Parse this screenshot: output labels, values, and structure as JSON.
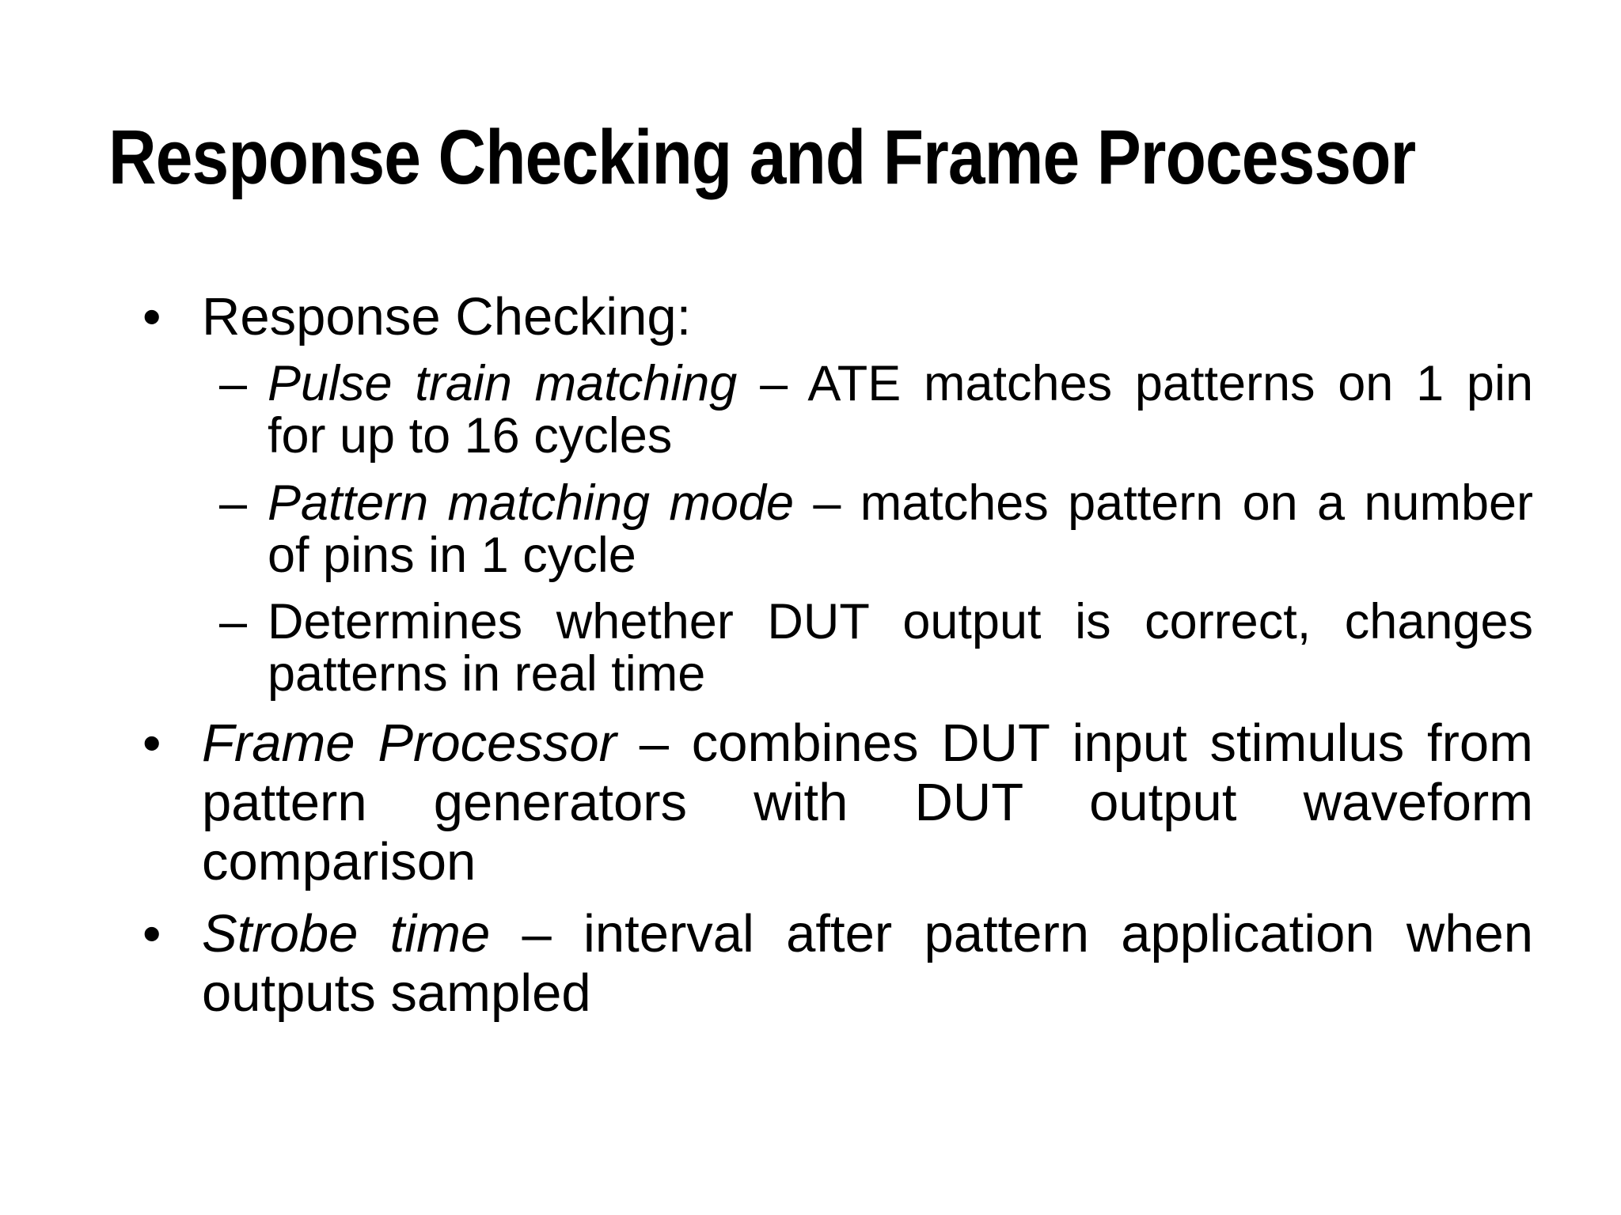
{
  "slide": {
    "title": "Response Checking and Frame Processor",
    "colors": {
      "background": "#FFFFFF",
      "text": "#000000"
    },
    "bullets": [
      {
        "level": 1,
        "marker": "•",
        "lines": [
          {
            "italic": "",
            "text": "Response Checking:"
          }
        ]
      },
      {
        "level": 2,
        "marker": "–",
        "lines": [
          {
            "italic": "Pulse train matching",
            "text": " – ATE matches patterns on 1 pin"
          },
          {
            "italic": "",
            "text": "for up to 16 cycles"
          }
        ]
      },
      {
        "level": 2,
        "marker": "–",
        "lines": [
          {
            "italic": "Pattern matching mode",
            "text": " – matches pattern on a number"
          },
          {
            "italic": "",
            "text": "of pins in 1 cycle"
          }
        ]
      },
      {
        "level": 2,
        "marker": "–",
        "lines": [
          {
            "italic": "",
            "text": "Determines whether DUT output is correct, changes"
          },
          {
            "italic": "",
            "text": "patterns in real time"
          }
        ]
      },
      {
        "level": 1,
        "marker": "•",
        "lines": [
          {
            "italic": "Frame Processor",
            "text": " – combines DUT input stimulus from"
          },
          {
            "italic": "",
            "text": "pattern generators with DUT output waveform"
          },
          {
            "italic": "",
            "text": "comparison"
          }
        ]
      },
      {
        "level": 1,
        "marker": "•",
        "lines": [
          {
            "italic": "Strobe time",
            "text": " – interval after pattern application when"
          },
          {
            "italic": "",
            "text": "outputs sampled"
          }
        ]
      }
    ]
  }
}
